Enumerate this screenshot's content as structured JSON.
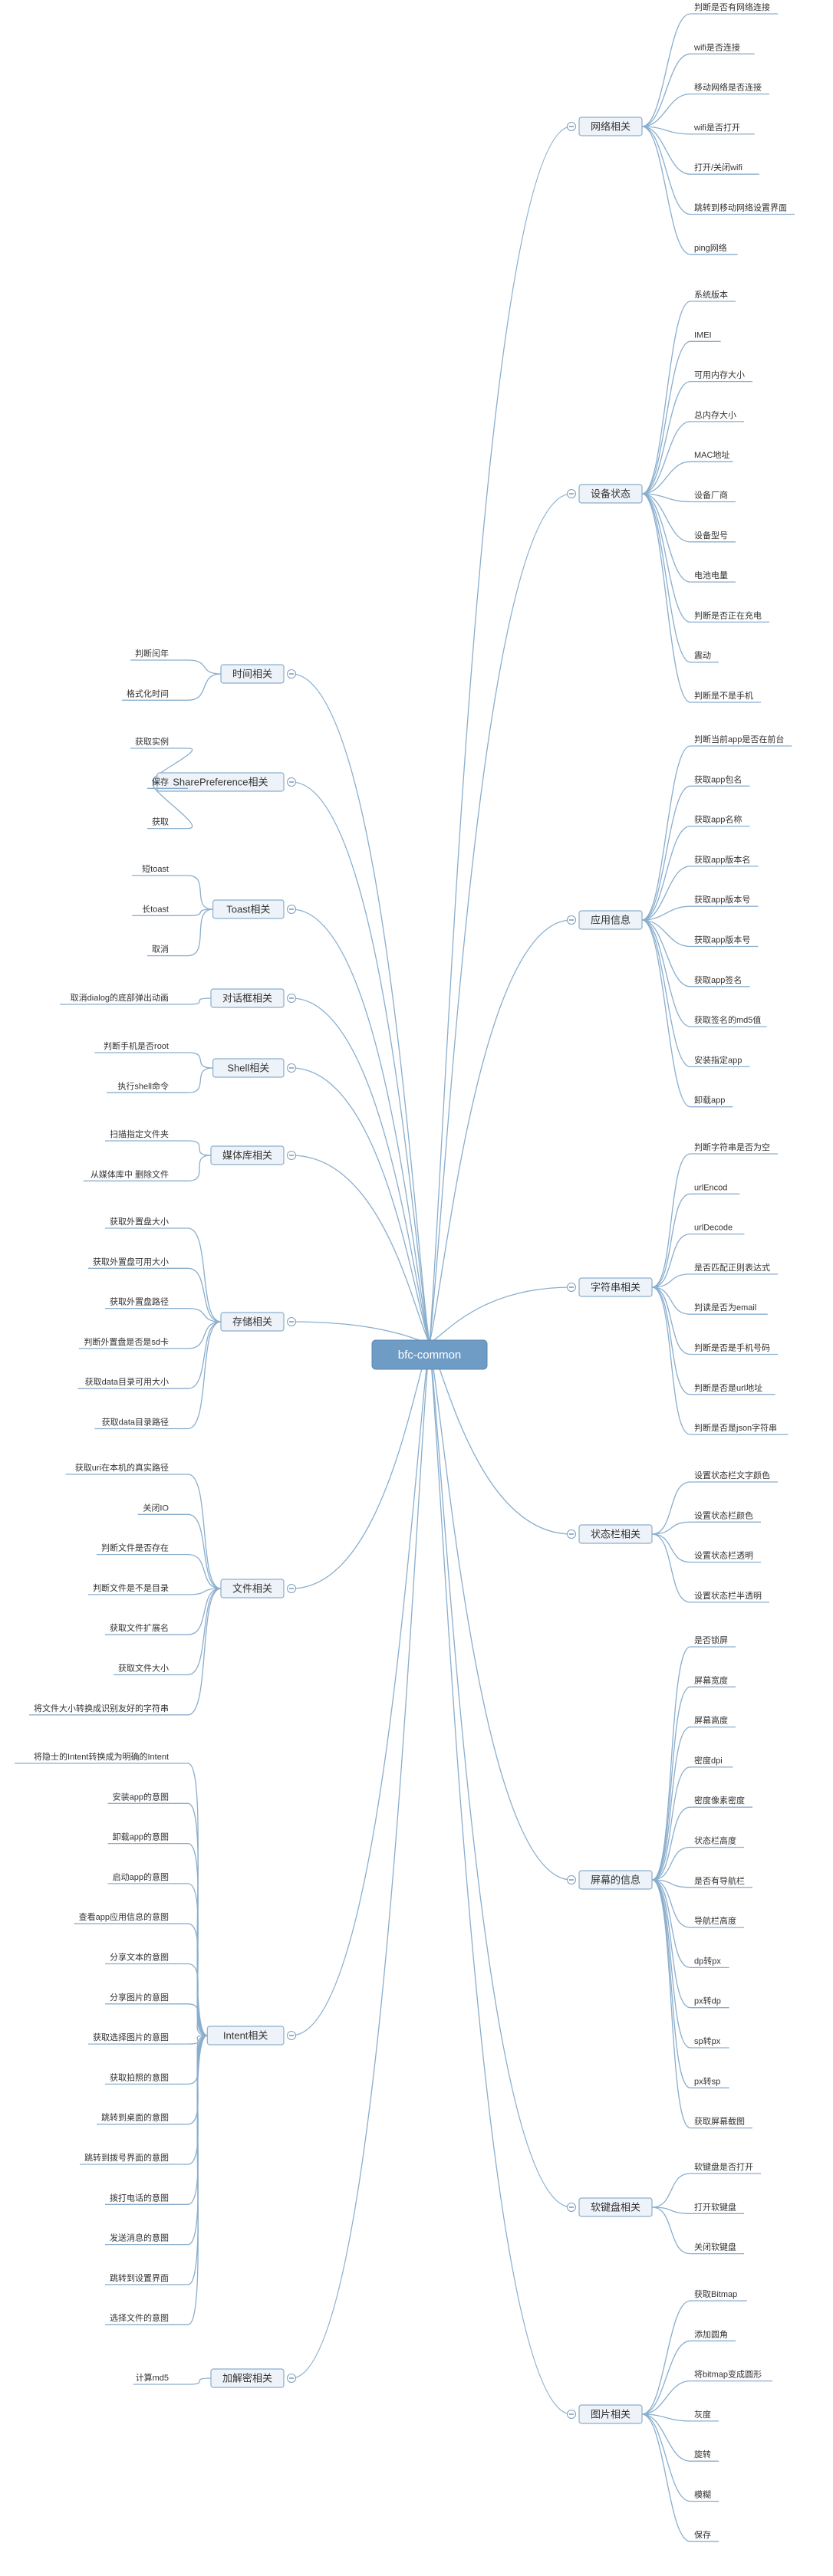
{
  "root": {
    "label": "bfc-common"
  },
  "colors": {
    "line": "#8aaecd",
    "root_fill": "#6f9cc4",
    "branch_fill": "#eef3f9",
    "text": "#333333"
  },
  "right": [
    {
      "label": "网络相关",
      "children": [
        "判断是否有网络连接",
        "wifi是否连接",
        "移动网络是否连接",
        "wifi是否打开",
        "打开/关闭wifi",
        "跳转到移动网络设置界面",
        "ping网络"
      ]
    },
    {
      "label": "设备状态",
      "children": [
        "系统版本",
        "IMEI",
        "可用内存大小",
        "总内存大小",
        "MAC地址",
        "设备厂商",
        "设备型号",
        "电池电量",
        "判断是否正在充电",
        "震动",
        "判断是不是手机"
      ]
    },
    {
      "label": "应用信息",
      "children": [
        "判断当前app是否在前台",
        "获取app包名",
        "获取app名称",
        "获取app版本名",
        "获取app版本号",
        "获取app版本号",
        "获取app签名",
        "获取签名的md5值",
        "安装指定app",
        "卸载app"
      ]
    },
    {
      "label": "字符串相关",
      "children": [
        "判断字符串是否为空",
        "urlEncod",
        "urlDecode",
        "是否匹配正则表达式",
        "判读是否为email",
        "判断是否是手机号码",
        "判断是否是url地址",
        "判断是否是json字符串"
      ]
    },
    {
      "label": "状态栏相关",
      "children": [
        "设置状态栏文字颜色",
        "设置状态栏颜色",
        "设置状态栏透明",
        "设置状态栏半透明"
      ]
    },
    {
      "label": "屏幕的信息",
      "children": [
        "是否锁屏",
        "屏幕宽度",
        "屏幕高度",
        "密度dpi",
        "密度像素密度",
        "状态栏高度",
        "是否有导航栏",
        "导航栏高度",
        "dp转px",
        "px转dp",
        "sp转px",
        "px转sp",
        "获取屏幕截图"
      ]
    },
    {
      "label": "软键盘相关",
      "children": [
        "软键盘是否打开",
        "打开软键盘",
        "关闭软键盘"
      ]
    },
    {
      "label": "图片相关",
      "children": [
        "获取Bitmap",
        "添加圆角",
        "将bitmap变成圆形",
        "灰度",
        "旋转",
        "模糊",
        "保存"
      ]
    }
  ],
  "left": [
    {
      "label": "时间相关",
      "children": [
        "判断闰年",
        "格式化时间"
      ]
    },
    {
      "label": "SharePreference相关",
      "children": [
        "获取实例",
        "保存",
        "获取"
      ]
    },
    {
      "label": "Toast相关",
      "children": [
        "短toast",
        "长toast",
        "取消"
      ]
    },
    {
      "label": "对话框相关",
      "children": [
        "取消dialog的底部弹出动画"
      ]
    },
    {
      "label": "Shell相关",
      "children": [
        "判断手机是否root",
        "执行shell命令"
      ]
    },
    {
      "label": "媒体库相关",
      "children": [
        "扫描指定文件夹",
        "从媒体库中 删除文件"
      ]
    },
    {
      "label": "存储相关",
      "children": [
        "获取外置盘大小",
        "获取外置盘可用大小",
        "获取外置盘路径",
        "判断外置盘是否是sd卡",
        "获取data目录可用大小",
        "获取data目录路径"
      ]
    },
    {
      "label": "文件相关",
      "children": [
        "获取uri在本机的真实路径",
        "关闭IO",
        "判断文件是否存在",
        "判断文件是不是目录",
        "获取文件扩展名",
        "获取文件大小",
        "将文件大小转换成识别友好的字符串"
      ]
    },
    {
      "label": "Intent相关",
      "children": [
        "将隐士的Intent转换成为明确的Intent",
        "安装app的意图",
        "卸载app的意图",
        "启动app的意图",
        "查看app应用信息的意图",
        "分享文本的意图",
        "分享图片的意图",
        "获取选择图片的意图",
        "获取拍照的意图",
        "跳转到桌面的意图",
        "跳转到拨号界面的意图",
        "拨打电话的意图",
        "发送消息的意图",
        "跳转到设置界面",
        "选择文件的意图"
      ]
    },
    {
      "label": "加解密相关",
      "children": [
        "计算md5"
      ]
    }
  ]
}
